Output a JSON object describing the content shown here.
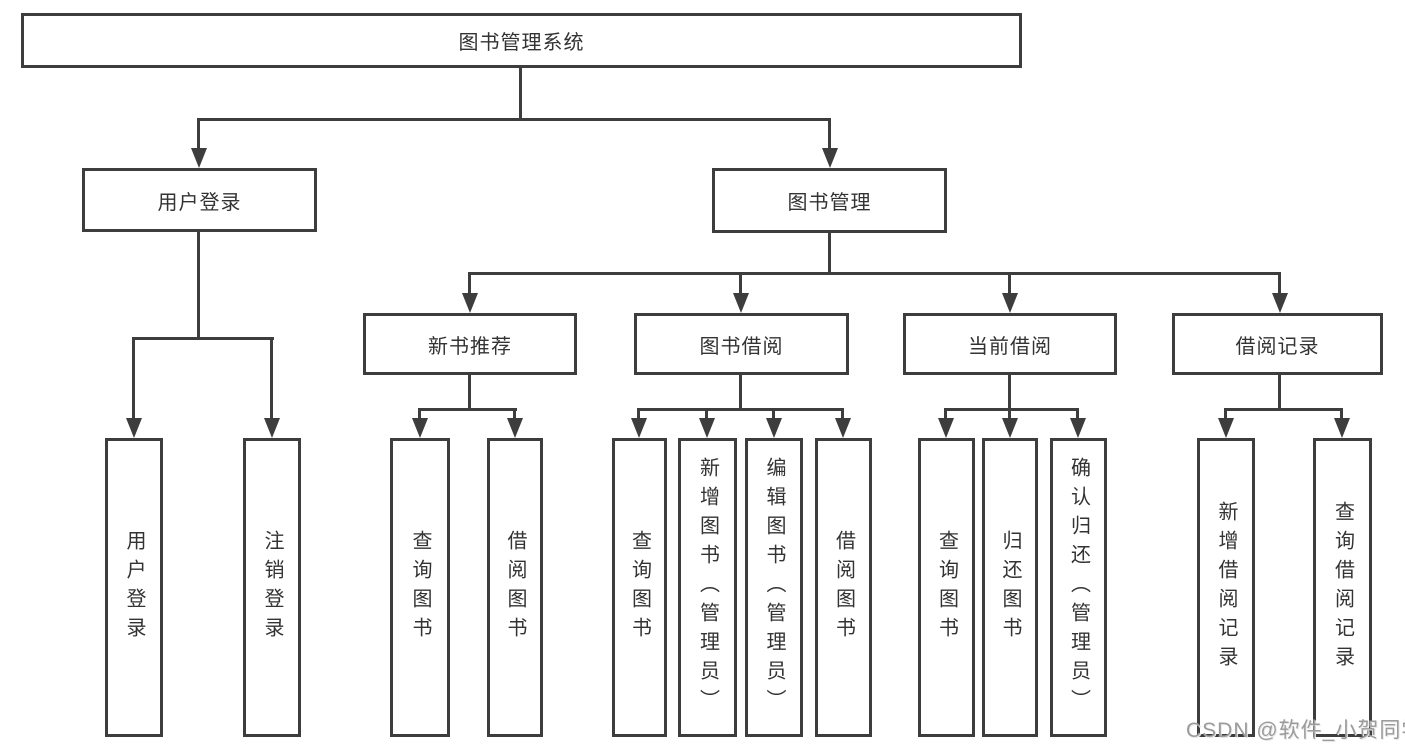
{
  "diagram": {
    "root": {
      "label": "图书管理系统"
    },
    "branches": [
      {
        "label": "用户登录",
        "children": [
          {
            "label": "用户登录"
          },
          {
            "label": "注销登录"
          }
        ]
      },
      {
        "label": "图书管理",
        "children": [
          {
            "label": "新书推荐",
            "children": [
              {
                "label": "查询图书"
              },
              {
                "label": "借阅图书"
              }
            ]
          },
          {
            "label": "图书借阅",
            "children": [
              {
                "label": "查询图书"
              },
              {
                "label": "新增图书（管理员）"
              },
              {
                "label": "编辑图书（管理员）"
              },
              {
                "label": "借阅图书"
              }
            ]
          },
          {
            "label": "当前借阅",
            "children": [
              {
                "label": "查询图书"
              },
              {
                "label": "归还图书"
              },
              {
                "label": "确认归还（管理员）"
              }
            ]
          },
          {
            "label": "借阅记录",
            "children": [
              {
                "label": "新增借阅记录"
              },
              {
                "label": "查询借阅记录"
              }
            ]
          }
        ]
      }
    ],
    "watermark": "CSDN @软件_小贺同学",
    "colors": {
      "line": "#3d3d3d",
      "text": "#333333",
      "watermark": "#9b9b9b",
      "background": "#ffffff"
    }
  }
}
